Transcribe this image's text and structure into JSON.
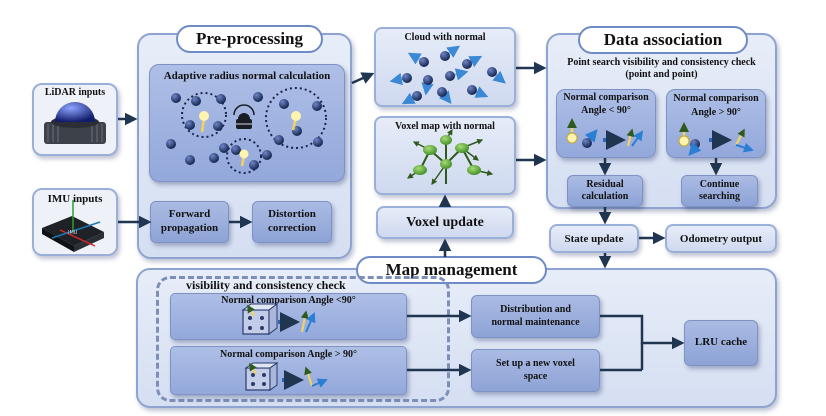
{
  "inputs": {
    "lidar_label": "LiDAR inputs",
    "imu_label": "IMU inputs"
  },
  "preprocessing": {
    "title": "Pre-processing",
    "adaptive_title": "Adaptive radius normal calculation",
    "forward_propagation": "Forward\npropagation",
    "distortion_correction": "Distortion\ncorrection"
  },
  "cloud": {
    "title": "Cloud with normal"
  },
  "voxel_map": {
    "title": "Voxel map with normal"
  },
  "voxel_update": "Voxel update",
  "data_association": {
    "title": "Data association",
    "subtitle": "Point search visibility and consistency check\n(point and point)",
    "left_label": "Normal comparison\nAngle < 90°",
    "right_label": "Normal comparison\nAngle > 90°",
    "residual": "Residual\ncalculation",
    "continue": "Continue\nsearching"
  },
  "state_update": "State update",
  "odometry_output": "Odometry output",
  "map_management": {
    "title": "Map management",
    "check_title": "visibility and consistency check",
    "row1_label": "Normal comparison Angle <90°",
    "row2_label": "Normal comparison Angle > 90°",
    "distribution": "Distribution and\nnormal maintenance",
    "new_voxel": "Set up a new voxel\nspace",
    "lru": "LRU cache"
  },
  "colors": {
    "panel_fill": "#dde5f5",
    "panel_border": "#8ea3cf",
    "box_fill": "#9aaedd",
    "arrow": "#1f3550",
    "point": "#1b2f63",
    "normal_yellow": "#f6d35a",
    "normal_blue": "#2a7fd4",
    "tree_green": "#4f9a2e"
  }
}
